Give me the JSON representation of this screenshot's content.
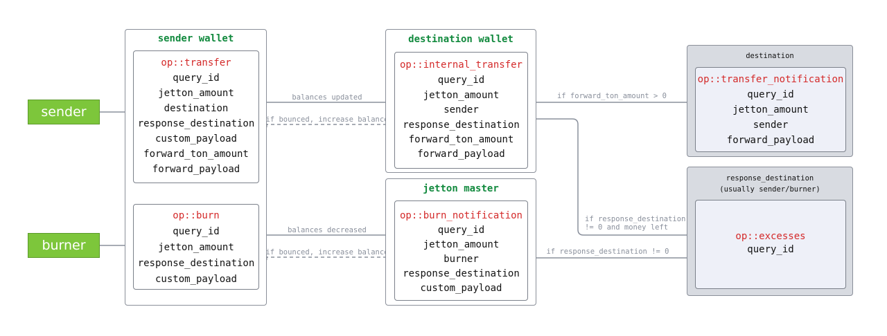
{
  "actors": {
    "sender": "sender",
    "burner": "burner"
  },
  "sender_wallet": {
    "title": "sender wallet",
    "transfer": [
      "op::transfer",
      "query_id",
      "jetton_amount",
      "destination",
      "response_destination",
      "custom_payload",
      "forward_ton_amount",
      "forward_payload"
    ],
    "burn": [
      "op::burn",
      "query_id",
      "jetton_amount",
      "response_destination",
      "custom_payload"
    ]
  },
  "destination_wallet": {
    "title": "destination wallet",
    "fields": [
      "op::internal_transfer",
      "query_id",
      "jetton_amount",
      "sender",
      "response_destination",
      "forward_ton_amount",
      "forward_payload"
    ]
  },
  "jetton_master": {
    "title": "jetton master",
    "fields": [
      "op::burn_notification",
      "query_id",
      "jetton_amount",
      "burner",
      "response_destination",
      "custom_payload"
    ]
  },
  "destination": {
    "title": "destination",
    "fields": [
      "op::transfer_notification",
      "query_id",
      "jetton_amount",
      "sender",
      "forward_payload"
    ]
  },
  "response_destination": {
    "title_line1": "response_destination",
    "title_line2": "(usually sender/burner)",
    "fields": [
      "op::excesses",
      "query_id"
    ]
  },
  "edges": {
    "balances_updated": "balances updated",
    "bounced_transfer": "if bounced, increase balance",
    "balances_decreased": "balances decreased",
    "bounced_burn": "if bounced, increase balance",
    "forward_ton": "if forward_ton_amount > 0",
    "resp_dest_line1": "if response_destination",
    "resp_dest_line2": "!= 0 and money left",
    "resp_dest_nonzero": "if response_destination != 0"
  },
  "colors": {
    "title_green": "#128a3e",
    "op_red": "#d42a2a",
    "actor_green": "#7dc63b",
    "edge_gray": "#8a909c"
  }
}
